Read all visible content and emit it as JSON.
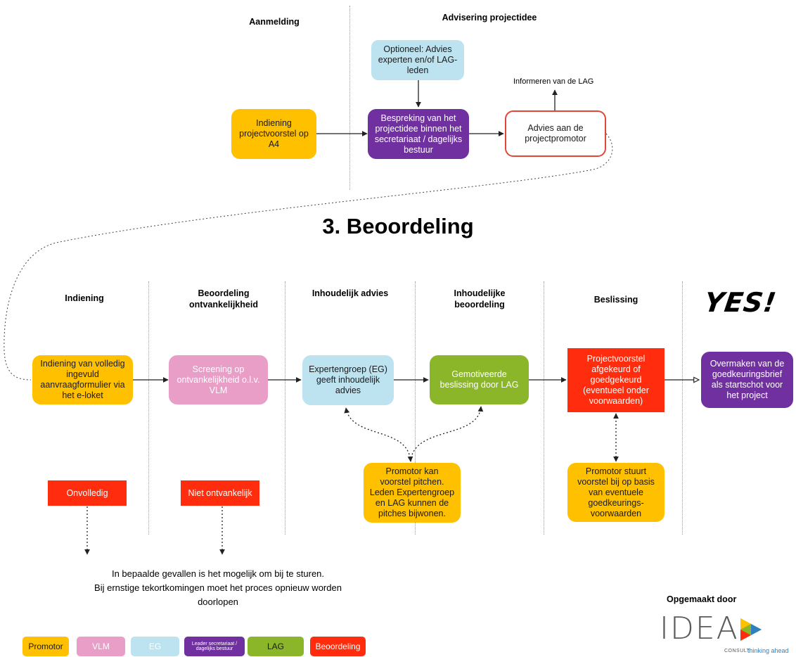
{
  "top_section": {
    "headers": {
      "aanmelding": "Aanmelding",
      "advisering": "Advisering projectidee"
    },
    "boxes": {
      "optioneel": "Optioneel: Advies experten en/of LAG-leden",
      "indiening_a4": "Indiening projectvoorstel op A4",
      "bespreking": "Bespreking van het projectidee binnen het secretariaat / dagelijks bestuur",
      "advies": "Advies aan de projectpromotor"
    },
    "informeren_label": "Informeren van de LAG"
  },
  "main_title": "3. Beoordeling",
  "columns": {
    "indiening": "Indiening",
    "ontvankelijkheid": "Beoordeling ontvankelijkheid",
    "inhoudelijk_advies": "Inhoudelijk advies",
    "inhoudelijke_beoordeling": "Inhoudelijke beoordeling",
    "beslissing": "Beslissing",
    "yes": "YES!"
  },
  "process": {
    "indiening_volledig": "Indiening van volledig ingevuld aanvraagformulier via het e-loket",
    "screening": "Screening op ontvankelijkheid o.l.v. VLM",
    "expertengroep": "Expertengroep (EG) geeft inhoudelijk advies",
    "gemotiveerde": "Gemotiveerde beslissing door LAG",
    "afgekeurd": "Projectvoorstel afgekeurd of goedgekeurd (eventueel onder voorwaarden)",
    "overmaken": "Overmaken van de goedkeuringsbrief als startschot voor het project",
    "pitchen": "Promotor kan voorstel pitchen. Leden Expertengroep en LAG kunnen de pitches bijwonen.",
    "bijsturen": "Promotor stuurt voorstel bij op basis van eventuele goedkeurings-voorwaarden",
    "onvolledig": "Onvolledig",
    "niet_ontvankelijk": "Niet ontvankelijk"
  },
  "note": {
    "line1": "In bepaalde gevallen is het mogelijk om bij te sturen.",
    "line2": "Bij ernstige tekortkomingen moet het proces opnieuw worden doorlopen"
  },
  "legend": [
    {
      "label": "Promotor",
      "color": "#ffc000",
      "text_color": "#1a1a1a"
    },
    {
      "label": "VLM",
      "color": "#e99ec8",
      "text_color": "#ffffff"
    },
    {
      "label": "EG",
      "color": "#bde3f0",
      "text_color": "#ffffff"
    },
    {
      "label": "Leader secretariaat / dagelijks bestuur",
      "color": "#7030a0",
      "text_color": "#ffffff"
    },
    {
      "label": "LAG",
      "color": "#8bb629",
      "text_color": "#1a1a1a"
    },
    {
      "label": "Beoordeling",
      "color": "#ff2d0d",
      "text_color": "#ffffff"
    }
  ],
  "credit": {
    "label": "Opgemaakt door",
    "logo_text": "IDEA",
    "logo_sub_consult": "CONSULT",
    "logo_sub_tagline": "thinking ahead"
  },
  "colors": {
    "promotor": "#ffc000",
    "vlm": "#e99ec8",
    "eg": "#bde3f0",
    "leader": "#7030a0",
    "lag": "#8bb629",
    "beoordeling": "#ff2d0d"
  }
}
